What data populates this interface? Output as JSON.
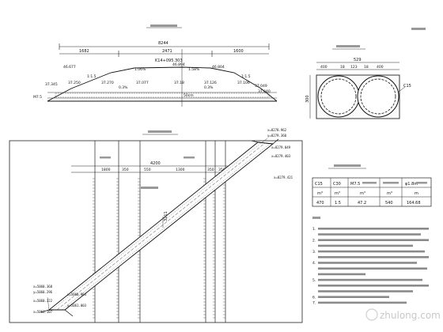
{
  "section": {
    "total_width": "8244",
    "dims": [
      "1682",
      "2471",
      "1600"
    ],
    "station": "K14+095.303",
    "elevations": [
      "46.677",
      "46.894",
      "46.804",
      "37.345",
      "37.250",
      "37.270",
      "37.077",
      "37.18",
      "37.126",
      "37.106",
      "37.049",
      "37.040"
    ],
    "slopes": [
      "1:1.5",
      "1.06%",
      "1.58%",
      "1:1.5",
      "0.3%",
      "0.3%"
    ],
    "mortar": "M7.5",
    "length_label": "50cm"
  },
  "pipe": {
    "width": "529",
    "parts": [
      "400",
      "18",
      "123",
      "18",
      "400"
    ],
    "label": "C15",
    "height": "300"
  },
  "plan": {
    "total": "4200",
    "columns": [
      "1800",
      "350",
      "550",
      "1300",
      "350",
      "350"
    ],
    "length": "3211",
    "coords": [
      "x=8278.962",
      "y=8279.360",
      "x=8279.049",
      "x=5060.368",
      "y=5060.296",
      "x=5060.322",
      "x=8279.403",
      "x=8279.421",
      "x=5061.107",
      "x=5060.964",
      "x=5061.003"
    ]
  },
  "table": {
    "headers": [
      "C15",
      "C30",
      "M7.5",
      "",
      "φ1.8m"
    ],
    "units": [
      "m³",
      "m³",
      "m³",
      "m³",
      "m"
    ],
    "values": [
      "470",
      "1.5",
      "47.2",
      "540",
      "164.68"
    ]
  },
  "notes": [
    "1.",
    "2.",
    "3.",
    "4.",
    "5.",
    "6.",
    "7."
  ],
  "watermark": "zhulong.com"
}
